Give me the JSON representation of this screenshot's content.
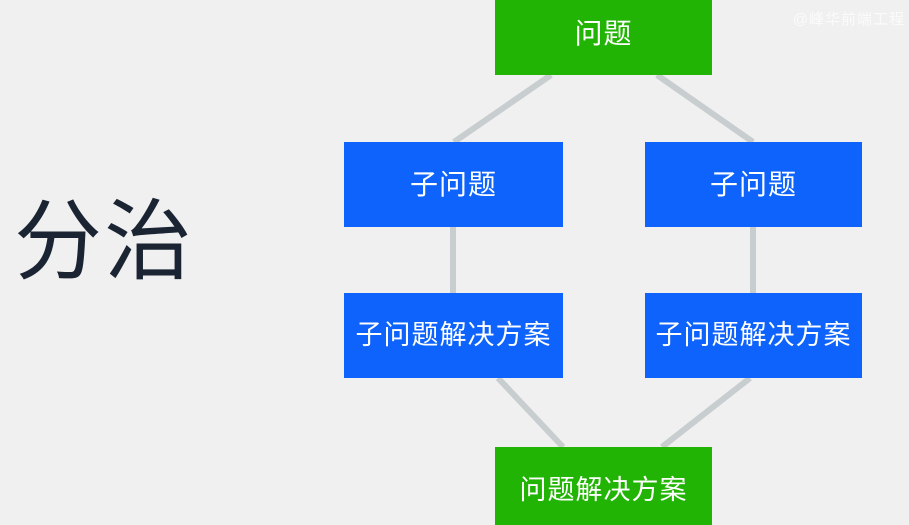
{
  "slide": {
    "title": "分治",
    "watermark": "@峰华前端工程",
    "background_color": "#f0f0f0",
    "title_color": "#1a2433"
  },
  "palette": {
    "green": "#22b404",
    "blue": "#0d63fc",
    "connector": "#c8cdd0",
    "text_on_node": "#ffffff"
  },
  "diagram": {
    "type": "flowchart",
    "nodes": [
      {
        "id": "root",
        "label": "问题",
        "color": "green",
        "level": 0,
        "column": "center"
      },
      {
        "id": "sub-left",
        "label": "子问题",
        "color": "blue",
        "level": 1,
        "column": "left"
      },
      {
        "id": "sub-right",
        "label": "子问题",
        "color": "blue",
        "level": 1,
        "column": "right"
      },
      {
        "id": "sol-left",
        "label": "子问题解决方案",
        "color": "blue",
        "level": 2,
        "column": "left"
      },
      {
        "id": "sol-right",
        "label": "子问题解决方案",
        "color": "blue",
        "level": 2,
        "column": "right"
      },
      {
        "id": "final",
        "label": "问题解决方案",
        "color": "green",
        "level": 3,
        "column": "center"
      }
    ],
    "edges": [
      {
        "from": "root",
        "to": "sub-left"
      },
      {
        "from": "root",
        "to": "sub-right"
      },
      {
        "from": "sub-left",
        "to": "sol-left"
      },
      {
        "from": "sub-right",
        "to": "sol-right"
      },
      {
        "from": "sol-left",
        "to": "final"
      },
      {
        "from": "sol-right",
        "to": "final"
      }
    ]
  }
}
